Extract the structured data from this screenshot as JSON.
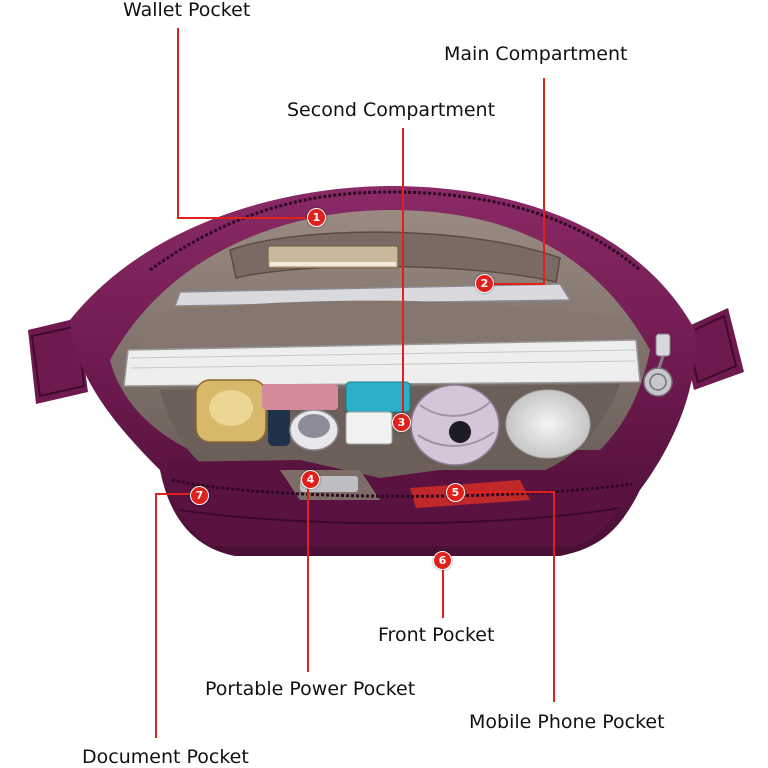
{
  "callouts": [
    {
      "number": "1",
      "label": "Wallet Pocket"
    },
    {
      "number": "2",
      "label": "Main Compartment"
    },
    {
      "number": "3",
      "label": "Second Compartment"
    },
    {
      "number": "4",
      "label": "Portable Power Pocket"
    },
    {
      "number": "5",
      "label": "Mobile Phone Pocket"
    },
    {
      "number": "6",
      "label": "Front Pocket"
    },
    {
      "number": "7",
      "label": "Document Pocket"
    }
  ],
  "colors": {
    "bag": "#6e1a4f",
    "bag_dark": "#3f0a2c",
    "lining": "#8a7a72",
    "leader_line": "#e0201c",
    "badge": "#e0201c"
  }
}
